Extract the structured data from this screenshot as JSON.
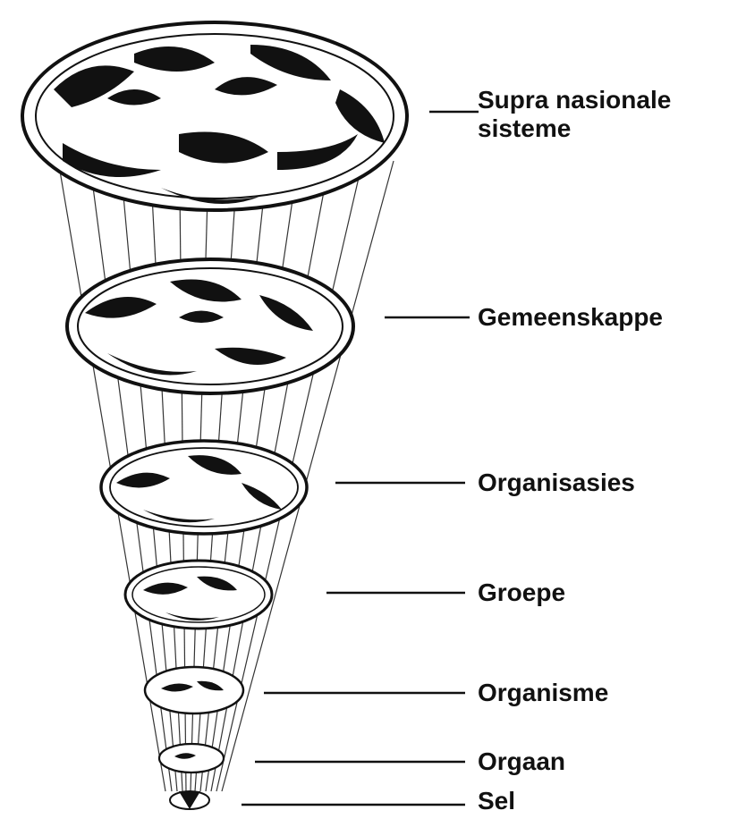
{
  "levels": [
    {
      "label": "Supra nasionale\nsisteme"
    },
    {
      "label": "Gemeenskappe"
    },
    {
      "label": "Organisasies"
    },
    {
      "label": "Groepe"
    },
    {
      "label": "Organisme"
    },
    {
      "label": "Orgaan"
    },
    {
      "label": "Sel"
    }
  ],
  "colors": {
    "ink": "#111111",
    "paper": "#ffffff"
  }
}
